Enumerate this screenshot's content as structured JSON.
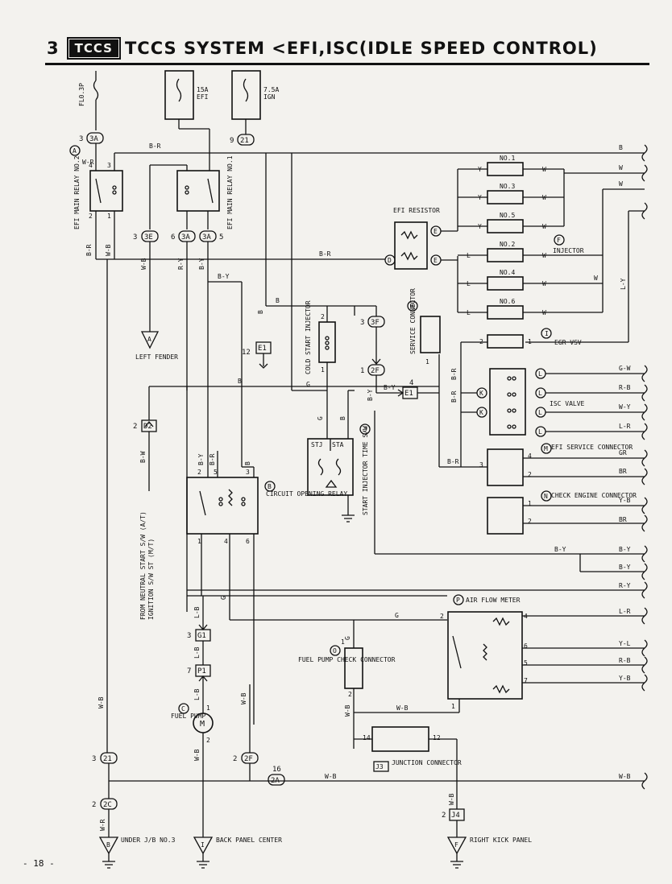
{
  "header": {
    "section": "3",
    "badge": "TCCS",
    "title": "TCCS SYSTEM <EFI,ISC(IDLE SPEED CONTROL)"
  },
  "page_number": "- 18 -",
  "fuses": [
    {
      "label": "FL0.3P"
    },
    {
      "rating": "15A",
      "name": "EFI"
    },
    {
      "rating": "7.5A",
      "name": "IGN"
    }
  ],
  "connectors": {
    "c3a_top": {
      "pin": "3",
      "id": "3A"
    },
    "c21_top": {
      "pin": "9",
      "id": "21"
    },
    "c3e": {
      "pin": "3",
      "id": "3E"
    },
    "c3a_mid": {
      "pin": "6",
      "id": "3A"
    },
    "c3a_r": {
      "pin": "5",
      "id": "3A"
    },
    "c3f": {
      "pin": "3",
      "id": "3F"
    },
    "c2f_mid": {
      "pin": "1",
      "id": "2F"
    },
    "e1_left": {
      "pin": "12",
      "id": "E1"
    },
    "e1_right": {
      "pin": "4",
      "id": "E1"
    },
    "d2": {
      "pin": "2",
      "id": "D2"
    },
    "g1": {
      "pin": "3",
      "id": "G1"
    },
    "p1": {
      "pin": "7",
      "id": "P1"
    },
    "c21_bot": {
      "pin": "3",
      "id": "21"
    },
    "c2f_bot": {
      "pin": "2",
      "id": "2F"
    },
    "c2a": {
      "pin": "16",
      "id": "2A"
    },
    "c2c": {
      "pin": "2",
      "id": "2C"
    },
    "j4": {
      "pin": "2",
      "id": "J4"
    }
  },
  "components": {
    "efi_main_relay_2": "EFI MAIN RELAY NO.2",
    "efi_main_relay_1": "EFI MAIN RELAY NO.1",
    "efi_resistor": "EFI RESISTOR",
    "injector": "INJECTOR",
    "injectors": [
      "NO.1",
      "NO.3",
      "NO.5",
      "NO.2",
      "NO.4",
      "NO.6"
    ],
    "egr_vsv": "EGR VSV",
    "isc_valve": "ISC VALVE",
    "efi_service_connector": "EFI SERVICE CONNECTOR",
    "check_engine_connector": "CHECK ENGINE CONNECTOR",
    "cold_start_injector": "COLD START INJECTOR",
    "service_connector": "SERVICE CONNECTOR",
    "start_injector_time_sw": "START INJECTOR TIME S/W",
    "sta_labels": [
      "STJ",
      "STA"
    ],
    "circuit_opening_relay": "CIRCUIT OPENING RELAY",
    "air_flow_meter": "AIR FLOW METER",
    "fuel_pump": "FUEL PUMP",
    "fuel_pump_check_connector": "FUEL PUMP CHECK CONNECTOR",
    "junction_connector": "JUNCTION CONNECTOR",
    "junction_id": "J3",
    "neutral_start": "FROM NEUTRAL START S/W (A/T)",
    "ignition_sw": "IGNITION S/W ST (M/T)"
  },
  "grounds": [
    {
      "letter": "A",
      "name": "LEFT FENDER"
    },
    {
      "letter": "B",
      "name": "UNDER J/B NO.3"
    },
    {
      "letter": "I",
      "name": "BACK PANEL CENTER"
    },
    {
      "letter": "F",
      "name": "RIGHT KICK PANEL"
    }
  ],
  "markers": {
    "a": "A",
    "b": "B",
    "c": "C",
    "d": "D",
    "e": "E",
    "f": "F",
    "h": "H",
    "i": "I",
    "j": "J",
    "k": "K",
    "l": "L",
    "m": "M",
    "n": "N",
    "o": "O",
    "p": "P"
  },
  "wire_colors": {
    "br": "B-R",
    "b": "B",
    "w": "W",
    "y": "Y",
    "l": "L",
    "wb": "W-B",
    "wr": "W-R",
    "ry": "R-Y",
    "by": "B-Y",
    "bw": "B-W",
    "g": "G",
    "lb": "L-B",
    "ly": "L-Y",
    "gw": "G-W",
    "rb": "R-B",
    "wy": "W-Y",
    "lr": "L-R",
    "gr": "GR",
    "yb": "Y-B",
    "yl": "Y-L",
    "brr": "BR"
  }
}
